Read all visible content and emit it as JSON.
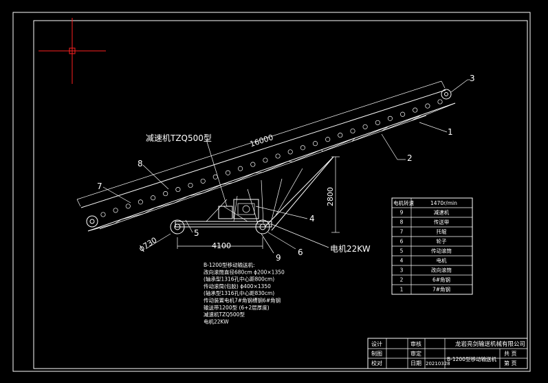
{
  "drawing": {
    "callouts": {
      "n1": "1",
      "n2": "2",
      "n3": "3",
      "n4": "4",
      "n5": "5",
      "n6": "6",
      "n7": "7",
      "n8": "8",
      "n9": "9"
    },
    "labels": {
      "reducer": "减速机TZQ500型",
      "motor": "电机22KW"
    },
    "dimensions": {
      "length": "16000",
      "height": "2800",
      "wheelbase": "4100",
      "wheel_diameter": "ϕ730"
    }
  },
  "notes": [
    "B-1200型移动输送机:",
    "改向滚筒直径680cm ϕ200×1350",
    "(轴承型1316孔中心距800cm)",
    "传动滚筒(包胶) ϕ400×1350",
    "(轴承型1316孔中心距830cm)",
    "传动装置电机7#角钢槽钢6#角钢",
    "输送带1200型 (6+2层厚度)",
    "减速机TZQ500型",
    "电机22KW"
  ],
  "parts_table": {
    "header": [
      "电机转速",
      "1470r/min"
    ],
    "rows": [
      [
        "9",
        "减速机"
      ],
      [
        "8",
        "传送带"
      ],
      [
        "7",
        "托辊"
      ],
      [
        "6",
        "轮子"
      ],
      [
        "5",
        "传动滚筒"
      ],
      [
        "4",
        "电机"
      ],
      [
        "3",
        "改向滚筒"
      ],
      [
        "2",
        "6#角钢"
      ],
      [
        "1",
        "7#角钢"
      ]
    ]
  },
  "title_block": {
    "design": "设计",
    "draw": "制图",
    "check": "校对",
    "review": "审核",
    "approve": "审定",
    "date_label": "日期",
    "date": "20210328",
    "company": "龙岩亮剑输送机械有限公司",
    "title": "B-1200型移动输送机",
    "total": "共 页",
    "sheet": "第 页"
  }
}
